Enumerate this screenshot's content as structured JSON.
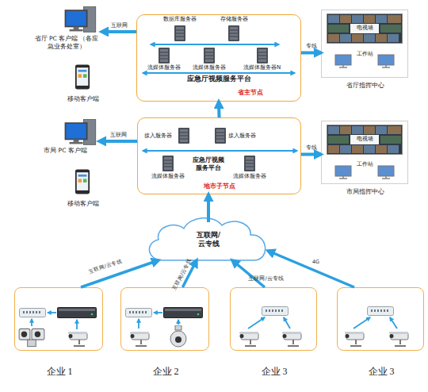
{
  "diagram": {
    "nodes": [
      {
        "text": [
          "应急厅视频服务平台",
          "省主节点"
        ]
      },
      {
        "text": [
          "数据库服务器"
        ],
        "in": 0
      },
      {
        "text": [
          "存储服务器"
        ],
        "in": 0
      },
      {
        "text": [
          "流媒体服务器"
        ],
        "in": 0
      },
      {
        "text": [
          "流媒体服务器"
        ],
        "in": 0
      },
      {
        "text": [
          "流媒体服务器N"
        ],
        "in": 0
      },
      {
        "text": [
          "省厅 PC 客户端 （各应急业务处室）"
        ]
      },
      {
        "text": [
          "移动客户端"
        ]
      },
      {
        "text": [
          "省厅指挥中心"
        ]
      },
      {
        "text": [
          "电视墙"
        ],
        "in": 8
      },
      {
        "text": [
          "工作站"
        ],
        "in": 8
      },
      {
        "text": [
          "应急厅视频服务平台",
          "地市子节点"
        ]
      },
      {
        "text": [
          "接入服务器"
        ],
        "in": 11
      },
      {
        "text": [
          "接入服务器"
        ],
        "in": 11
      },
      {
        "text": [
          "流媒体服务器"
        ],
        "in": 11
      },
      {
        "text": [
          "流媒体服务器"
        ],
        "in": 11
      },
      {
        "text": [
          "市局 PC 客户端"
        ]
      },
      {
        "text": [
          "移动客户端"
        ]
      },
      {
        "text": [
          "市局指挥中心"
        ]
      },
      {
        "text": [
          "电视墙"
        ],
        "in": 18
      },
      {
        "text": [
          "工作站"
        ],
        "in": 18
      },
      {
        "text": [
          "互联网/ 云专线"
        ]
      },
      {
        "text": [
          "企业 1"
        ]
      },
      {
        "text": [
          "企业 2"
        ]
      },
      {
        "text": [
          "企业 3"
        ]
      },
      {
        "text": [
          "企业 3"
        ]
      }
    ],
    "edges": [
      {
        "from": 0,
        "to": 6,
        "label": "互联网",
        "arrow": "to"
      },
      {
        "from": 0,
        "to": 8,
        "label": "专线",
        "arrow": "to"
      },
      {
        "from": 11,
        "to": 0,
        "arrow": "to"
      },
      {
        "from": 11,
        "to": 16,
        "label": "互联网",
        "arrow": "to"
      },
      {
        "from": 11,
        "to": 18,
        "label": "专线",
        "arrow": "to"
      },
      {
        "from": 21,
        "to": 11,
        "arrow": "to"
      },
      {
        "from": 22,
        "to": 21,
        "label": "互联网/云专线",
        "arrow": "to"
      },
      {
        "from": 23,
        "to": 21,
        "label": "互联网/云专线",
        "arrow": "to"
      },
      {
        "from": 24,
        "to": 21,
        "label": "互联网/云专线",
        "arrow": "to"
      },
      {
        "from": 25,
        "to": 21,
        "label": "4G",
        "arrow": "to"
      }
    ]
  }
}
